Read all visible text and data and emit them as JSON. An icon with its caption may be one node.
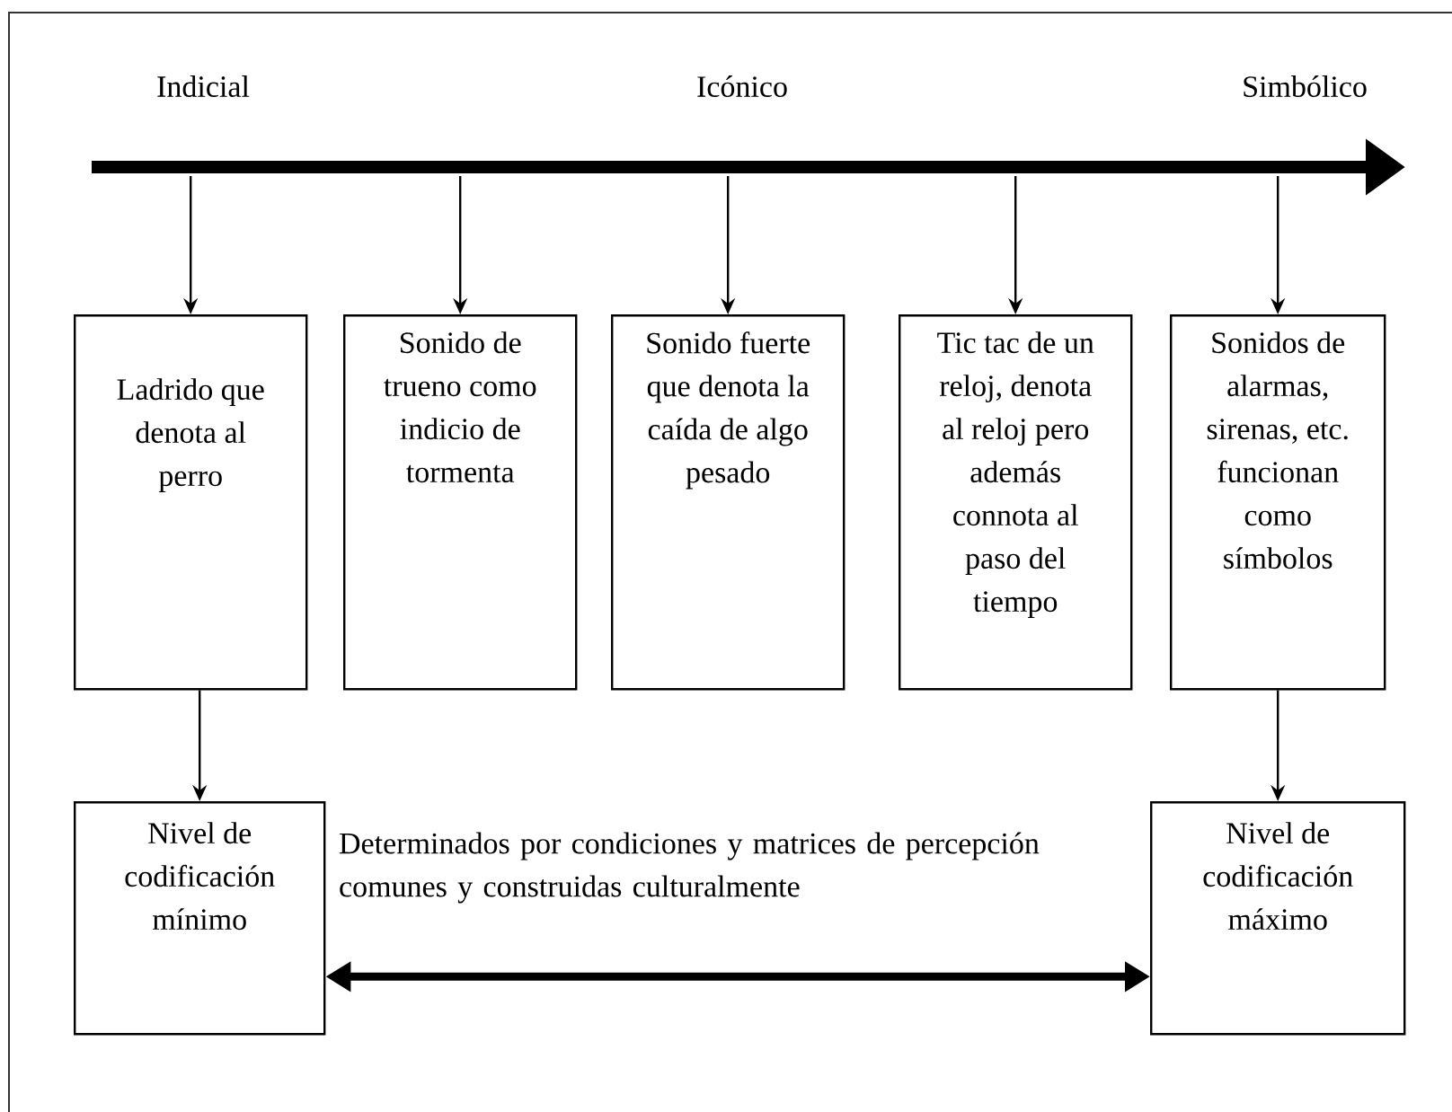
{
  "diagram": {
    "nodes": [
      {
        "text": [
          "Ladrido que denota al perro"
        ]
      },
      {
        "text": [
          "Sonido de trueno como indicio de tormenta"
        ]
      },
      {
        "text": [
          "Sonido fuerte que denota la caída de algo pesado"
        ]
      },
      {
        "text": [
          "Tic tac de un reloj, denota al reloj pero además connota al paso del tiempo"
        ]
      },
      {
        "text": [
          "Sonidos de alarmas, sirenas, etc. funcionan como símbolos"
        ]
      },
      {
        "text": [
          "Nivel de codificación mínimo"
        ]
      },
      {
        "text": [
          "Nivel de codificación máximo"
        ]
      }
    ],
    "edges": [
      {
        "from": null,
        "to": 0,
        "arrow": "to"
      },
      {
        "from": null,
        "to": 1,
        "arrow": "to"
      },
      {
        "from": null,
        "to": 2,
        "arrow": "to"
      },
      {
        "from": null,
        "to": 3,
        "arrow": "to"
      },
      {
        "from": null,
        "to": 4,
        "arrow": "to"
      },
      {
        "from": 0,
        "to": 5,
        "arrow": "to"
      },
      {
        "from": 4,
        "to": 6,
        "arrow": "to"
      },
      {
        "from": 5,
        "to": 6,
        "arrow": "both",
        "style": "thick",
        "label": "Determinados por condiciones y matrices de percepción comunes y construidas culturalmente"
      }
    ],
    "labels": [
      "Indicial",
      "Icónico",
      "Simbólico"
    ]
  }
}
